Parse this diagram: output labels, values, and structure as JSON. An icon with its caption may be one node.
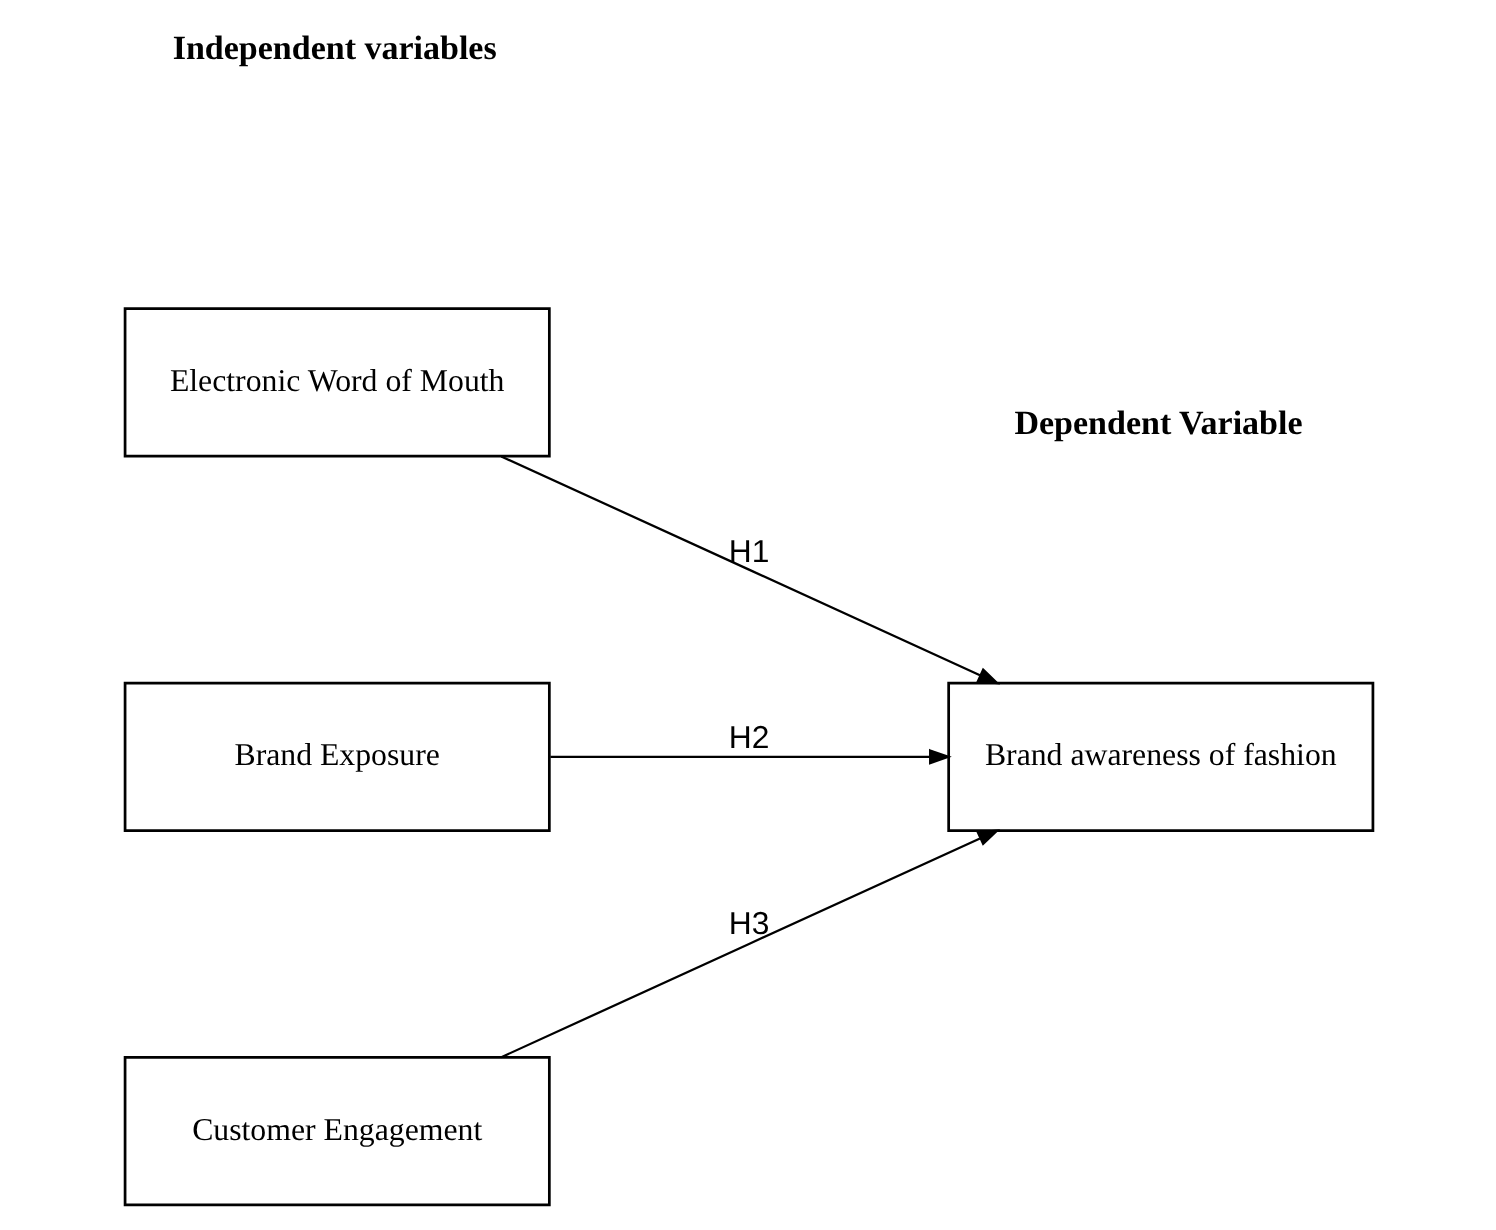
{
  "diagram": {
    "nodes": [
      {
        "text": [
          "Electronic Word of Mouth"
        ]
      },
      {
        "text": [
          "Brand Exposure"
        ]
      },
      {
        "text": [
          "Customer Engagement"
        ]
      },
      {
        "text": [
          "Brand awareness of fashion"
        ]
      }
    ],
    "edges": [
      {
        "from": 0,
        "to": 3,
        "arrow": "to",
        "label": "H1"
      },
      {
        "from": 1,
        "to": 3,
        "arrow": "to",
        "label": "H2"
      },
      {
        "from": 2,
        "to": 3,
        "arrow": "to",
        "label": "H3"
      }
    ],
    "labels": [
      "Independent variables",
      "Dependent Variable"
    ]
  }
}
